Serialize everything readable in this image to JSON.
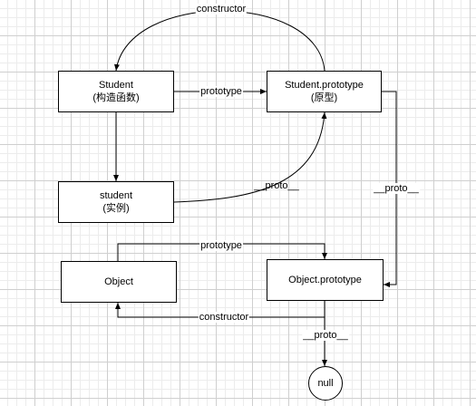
{
  "nodes": {
    "student_ctor": {
      "line1": "Student",
      "line2": "(构造函数)"
    },
    "student_proto": {
      "line1": "Student.prototype",
      "line2": "(原型)"
    },
    "student_instance": {
      "line1": "student",
      "line2": "(实例)"
    },
    "object_ctor": {
      "line1": "Object"
    },
    "object_proto": {
      "line1": "Object.prototype"
    },
    "null_node": {
      "line1": "null"
    }
  },
  "edges": {
    "constructor_top": "constructor",
    "prototype_student": "prototype",
    "proto_instance": "__proto__",
    "proto_student_proto": "__proto__",
    "prototype_object": "prototype",
    "constructor_object": "constructor",
    "proto_object_proto": "__proto__"
  },
  "colors": {
    "stroke": "#000000",
    "box_fill": "#ffffff"
  }
}
